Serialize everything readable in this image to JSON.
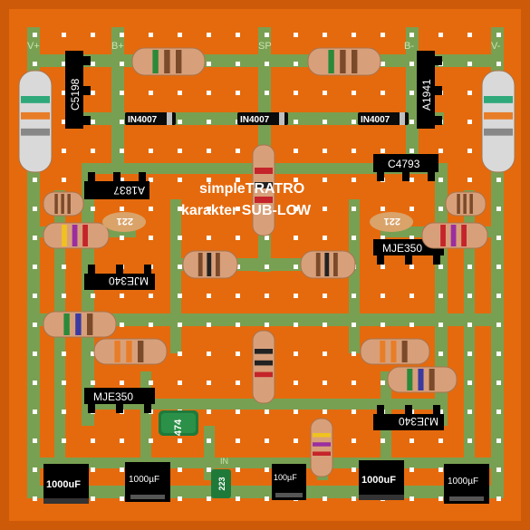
{
  "colors": {
    "board": "#e56a0d",
    "border": "#cd5a08",
    "trace": "#78a052",
    "pad": "#ffffff",
    "label_bg": "#000000",
    "label_text": "#ffffff",
    "title_text": "#ffffff"
  },
  "title": {
    "line1": "simpleTRATRO",
    "line2": "karakter SUB-LOW"
  },
  "rail_labels": {
    "vplus": "V+",
    "bplus": "B+",
    "sp": "SP",
    "bminus": "B-",
    "vminus": "V-",
    "in": "IN"
  },
  "diodes": [
    "IN4007",
    "IN4007",
    "IN4007"
  ],
  "transistors": {
    "c5198": "C5198",
    "a1941": "A1941",
    "a1837": "A1837",
    "c4793": "C4793",
    "mje340_left": "MJE340",
    "mje350_right": "MJE350",
    "mje350_left": "MJE350",
    "mje340_right": "MJE340"
  },
  "ceramic_caps": [
    "221",
    "221"
  ],
  "film_caps": {
    "c474": "474",
    "c223": "223"
  },
  "electrolytics": [
    "1000uF",
    "1000µF",
    "100µF",
    "1000uF",
    "1000µF"
  ],
  "resistor_bands": {
    "top_left": [
      "#2a8a3a",
      "#7a4a2a",
      "#7a4a2a"
    ],
    "top_right": [
      "#2a8a3a",
      "#7a4a2a",
      "#7a4a2a"
    ],
    "vertical_center_top": [
      "#c4242a",
      "#222222",
      "#c4242a"
    ],
    "left_small_top": [
      "#7a4a2a",
      "#7a4a2a",
      "#7a4a2a"
    ],
    "left_mid": [
      "#f0c21f",
      "#9b2ea0",
      "#c4242a"
    ],
    "center_left": [
      "#7a4a2a",
      "#222222",
      "#7a4a2a"
    ],
    "center_right": [
      "#7a4a2a",
      "#222222",
      "#7a4a2a"
    ],
    "right_small_top": [
      "#7a4a2a",
      "#7a4a2a",
      "#7a4a2a"
    ],
    "right_mid": [
      "#c4242a",
      "#9b2ea0",
      "#c4242a"
    ],
    "left_low_1": [
      "#2a8a3a",
      "#3a3aa0",
      "#7a4a2a"
    ],
    "left_low_2": [
      "#e87d28",
      "#e87d28",
      "#7a4a2a"
    ],
    "vertical_center_low": [
      "#222222",
      "#222222",
      "#c4242a"
    ],
    "right_low_1": [
      "#e87d28",
      "#e87d28",
      "#7a4a2a"
    ],
    "right_low_2": [
      "#2a8a3a",
      "#3a3aa0",
      "#7a4a2a"
    ],
    "vertical_bottom": [
      "#f0c21f",
      "#9b2ea0",
      "#c4242a"
    ],
    "power_left": [
      "#2fa87a",
      "#e87d28",
      "#888888"
    ],
    "power_right": [
      "#2fa87a",
      "#e87d28",
      "#888888"
    ]
  }
}
